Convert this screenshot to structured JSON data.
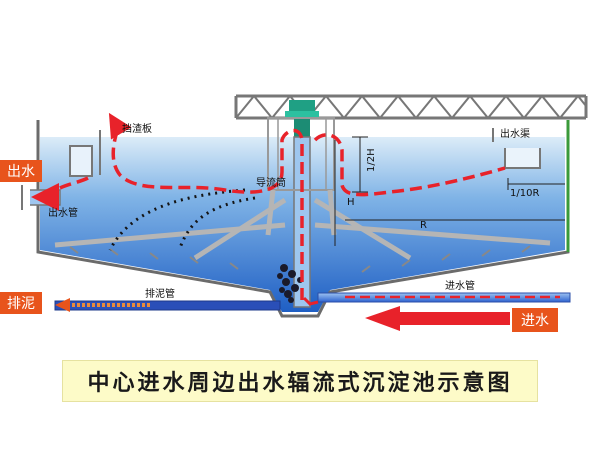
{
  "labels": {
    "outlet_water": "出水",
    "scum_baffle": "挡渣板",
    "outlet_pipe": "出水管",
    "guide_tube": "导流筒",
    "outlet_channel": "出水渠",
    "half_h": "1/2H",
    "h": "H",
    "tenth_r": "1/10R",
    "r": "R",
    "sludge_pipe": "排泥管",
    "sludge_discharge": "排泥",
    "inlet_pipe": "进水管",
    "inlet_water": "进水"
  },
  "caption": "中心进水周边出水辐流式沉淀池示意图",
  "colors": {
    "water_top": "#dcecf8",
    "water_bottom": "#1f5fc4",
    "flow_red": "#e8222a",
    "tag_orange": "#e8541c",
    "pipe_blue": "#3a6fd8",
    "caption_bg": "#fdfbc8"
  }
}
